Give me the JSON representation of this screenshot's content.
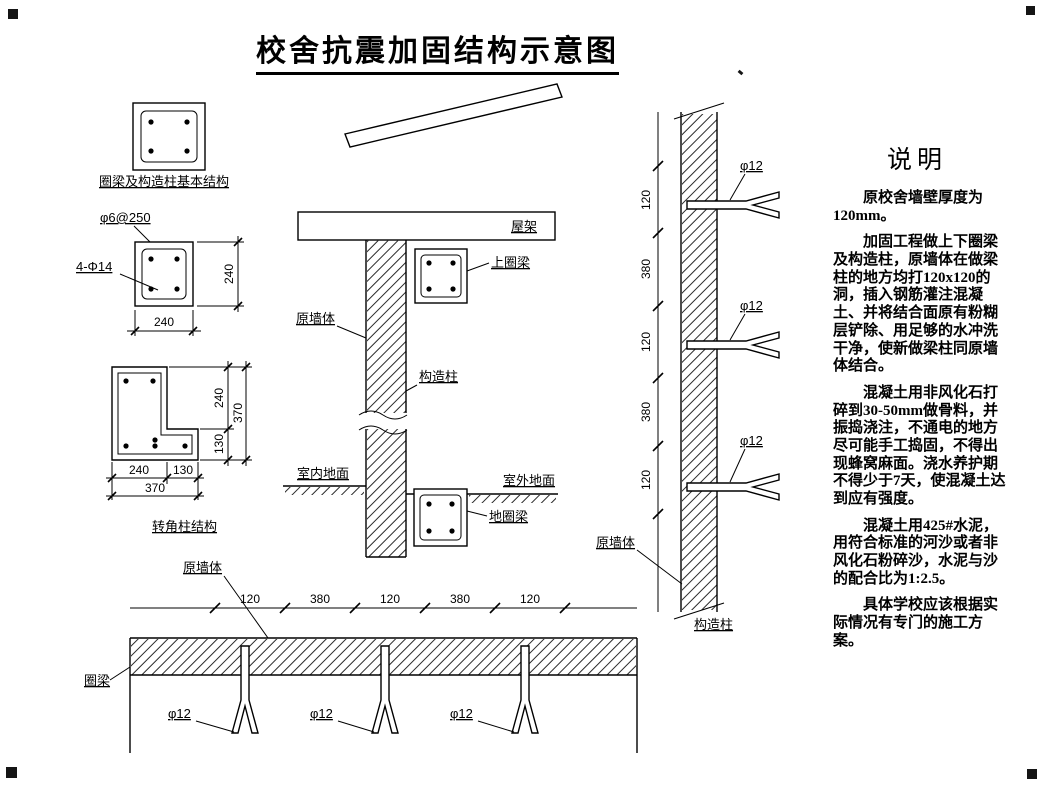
{
  "title": "校舍抗震加固结构示意图",
  "sections": {
    "basic": {
      "label": "圈梁及构造柱基本结构"
    },
    "column_detail": {
      "stirrup": "φ6@250",
      "rebar": "4-Φ14",
      "width": "240",
      "height": "240"
    },
    "corner_column": {
      "label": "转角柱结构",
      "dim_bottom_1": "240",
      "dim_bottom_2": "130",
      "dim_bottom_total": "370",
      "dim_right_1": "240",
      "dim_right_2": "130",
      "dim_right_total": "370"
    },
    "elevation": {
      "roof_truss": "屋架",
      "upper_ring_beam": "上圈梁",
      "original_wall": "原墙体",
      "structural_column": "构造柱",
      "indoor_ground": "室内地面",
      "outdoor_ground": "室外地面",
      "ground_ring_beam": "地圈梁"
    },
    "wall_section": {
      "dims": [
        "120",
        "380",
        "120",
        "380",
        "120"
      ],
      "rebar": "φ12",
      "original_wall": "原墙体",
      "structural_column": "构造柱"
    },
    "ring_beam": {
      "original_wall": "原墙体",
      "label": "圈梁",
      "dims": [
        "120",
        "380",
        "120",
        "380",
        "120"
      ],
      "rebar": "φ12"
    }
  },
  "notes": {
    "heading": "说明",
    "paragraphs": [
      "原校舍墙壁厚度为120mm。",
      "加固工程做上下圈梁及构造柱，原墙体在做梁柱的地方均打120x120的洞，插入钢筋灌注混凝土、并将结合面原有粉糊层铲除、用足够的水冲洗干净，使新做梁柱同原墙体结合。",
      "混凝土用非风化石打碎到30-50mm做骨料，并振捣浇注，不通电的地方尽可能手工捣固，不得出现蜂窝麻面。浇水养护期不得少于7天，使混凝土达到应有强度。",
      "混凝土用425#水泥，用符合标准的河沙或者非风化石粉碎沙，水泥与沙的配合比为1:2.5。",
      "具体学校应该根据实际情况有专门的施工方案。"
    ]
  }
}
